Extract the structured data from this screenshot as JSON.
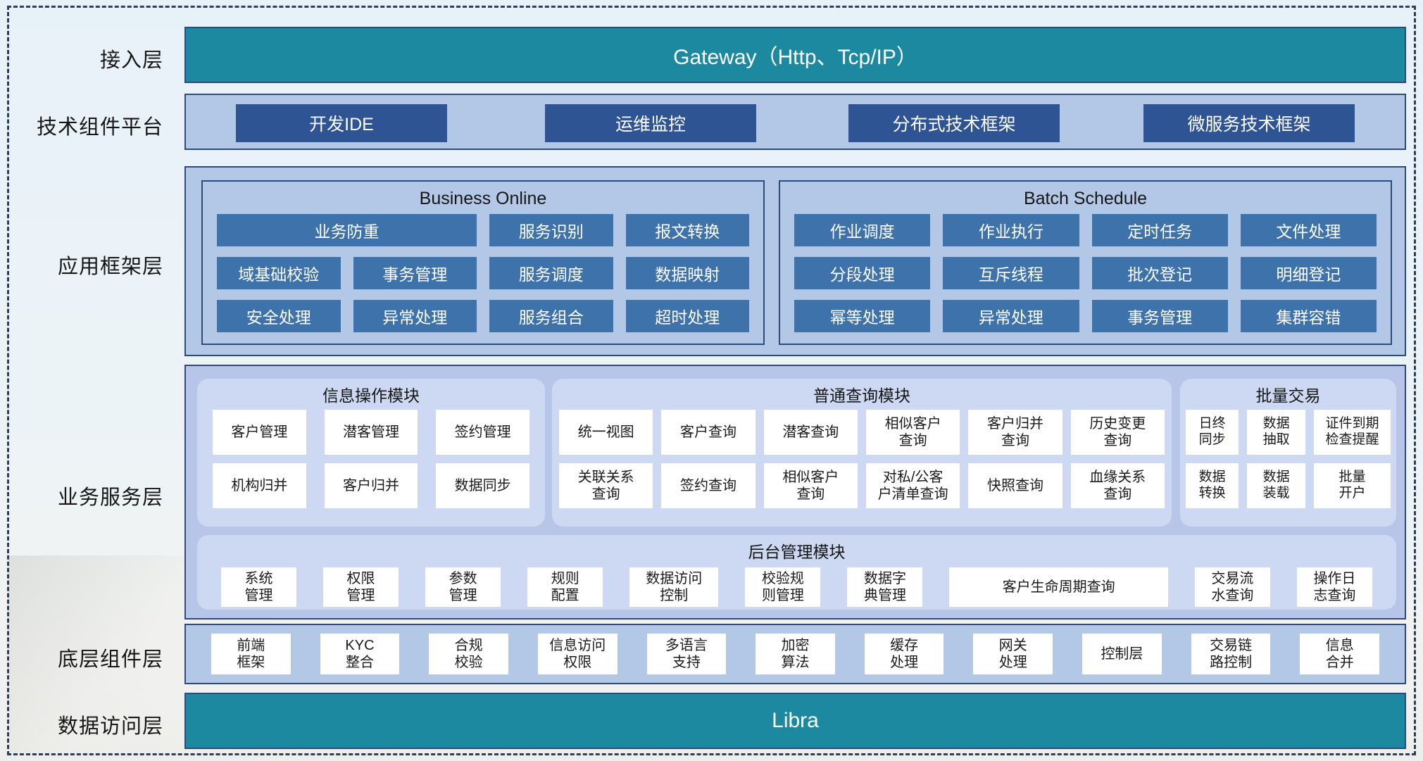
{
  "access": {
    "label": "接入层",
    "gateway_label": "Gateway（Http、Tcp/IP）"
  },
  "tech": {
    "label": "技术组件平台",
    "buttons": [
      "开发IDE",
      "运维监控",
      "分布式技术框架",
      "微服务技术框架"
    ]
  },
  "framework": {
    "label": "应用框架层",
    "business_online": {
      "title": "Business Online",
      "chips": [
        "业务防重",
        "服务识别",
        "报文转换",
        "域基础校验",
        "事务管理",
        "服务调度",
        "数据映射",
        "安全处理",
        "异常处理",
        "服务组合",
        "超时处理"
      ]
    },
    "batch_schedule": {
      "title": "Batch Schedule",
      "chips": [
        "作业调度",
        "作业执行",
        "定时任务",
        "文件处理",
        "分段处理",
        "互斥线程",
        "批次登记",
        "明细登记",
        "幂等处理",
        "异常处理",
        "事务管理",
        "集群容错"
      ]
    }
  },
  "service": {
    "label": "业务服务层",
    "info_module": {
      "title": "信息操作模块",
      "chips": [
        "客户管理",
        "潜客管理",
        "签约管理",
        "机构归并",
        "客户归并",
        "数据同步"
      ]
    },
    "query_module": {
      "title": "普通查询模块",
      "chips": [
        "统一视图",
        "客户查询",
        "潜客查询",
        "相似客户\n查询",
        "客户归并\n查询",
        "历史变更\n查询",
        "关联关系\n查询",
        "签约查询",
        "相似客户\n查询",
        "对私/公客\n户清单查询",
        "快照查询",
        "血缘关系\n查询"
      ]
    },
    "batch_module": {
      "title": "批量交易",
      "chips": [
        "日终\n同步",
        "数据\n抽取",
        "证件到期\n检查提醒",
        "数据\n转换",
        "数据\n装载",
        "批量\n开户"
      ]
    },
    "admin_module": {
      "title": "后台管理模块",
      "chips": [
        "系统\n管理",
        "权限\n管理",
        "参数\n管理",
        "规则\n配置",
        "数据访问\n控制",
        "校验规\n则管理",
        "数据字\n典管理",
        "客户生命周期查询",
        "交易流\n水查询",
        "操作日\n志查询"
      ]
    }
  },
  "component": {
    "label": "底层组件层",
    "chips": [
      "前端\n框架",
      "KYC\n整合",
      "合规\n校验",
      "信息访问\n权限",
      "多语言\n支持",
      "加密\n算法",
      "缓存\n处理",
      "网关\n处理",
      "控制层",
      "交易链\n路控制",
      "信息\n合并"
    ]
  },
  "dataaccess": {
    "label": "数据访问层",
    "bar_label": "Libra"
  },
  "colors": {
    "teal_bar": "#1c89a0",
    "dark_blue_button": "#2e5494",
    "steel_blue_chip": "#3e72ab",
    "light_blue_band": "#b3c7e7",
    "service_band": "#b7c5e8",
    "module_panel": "#cdd8f2",
    "navy_border": "#2c4a7c",
    "white_chip": "#ffffff"
  }
}
